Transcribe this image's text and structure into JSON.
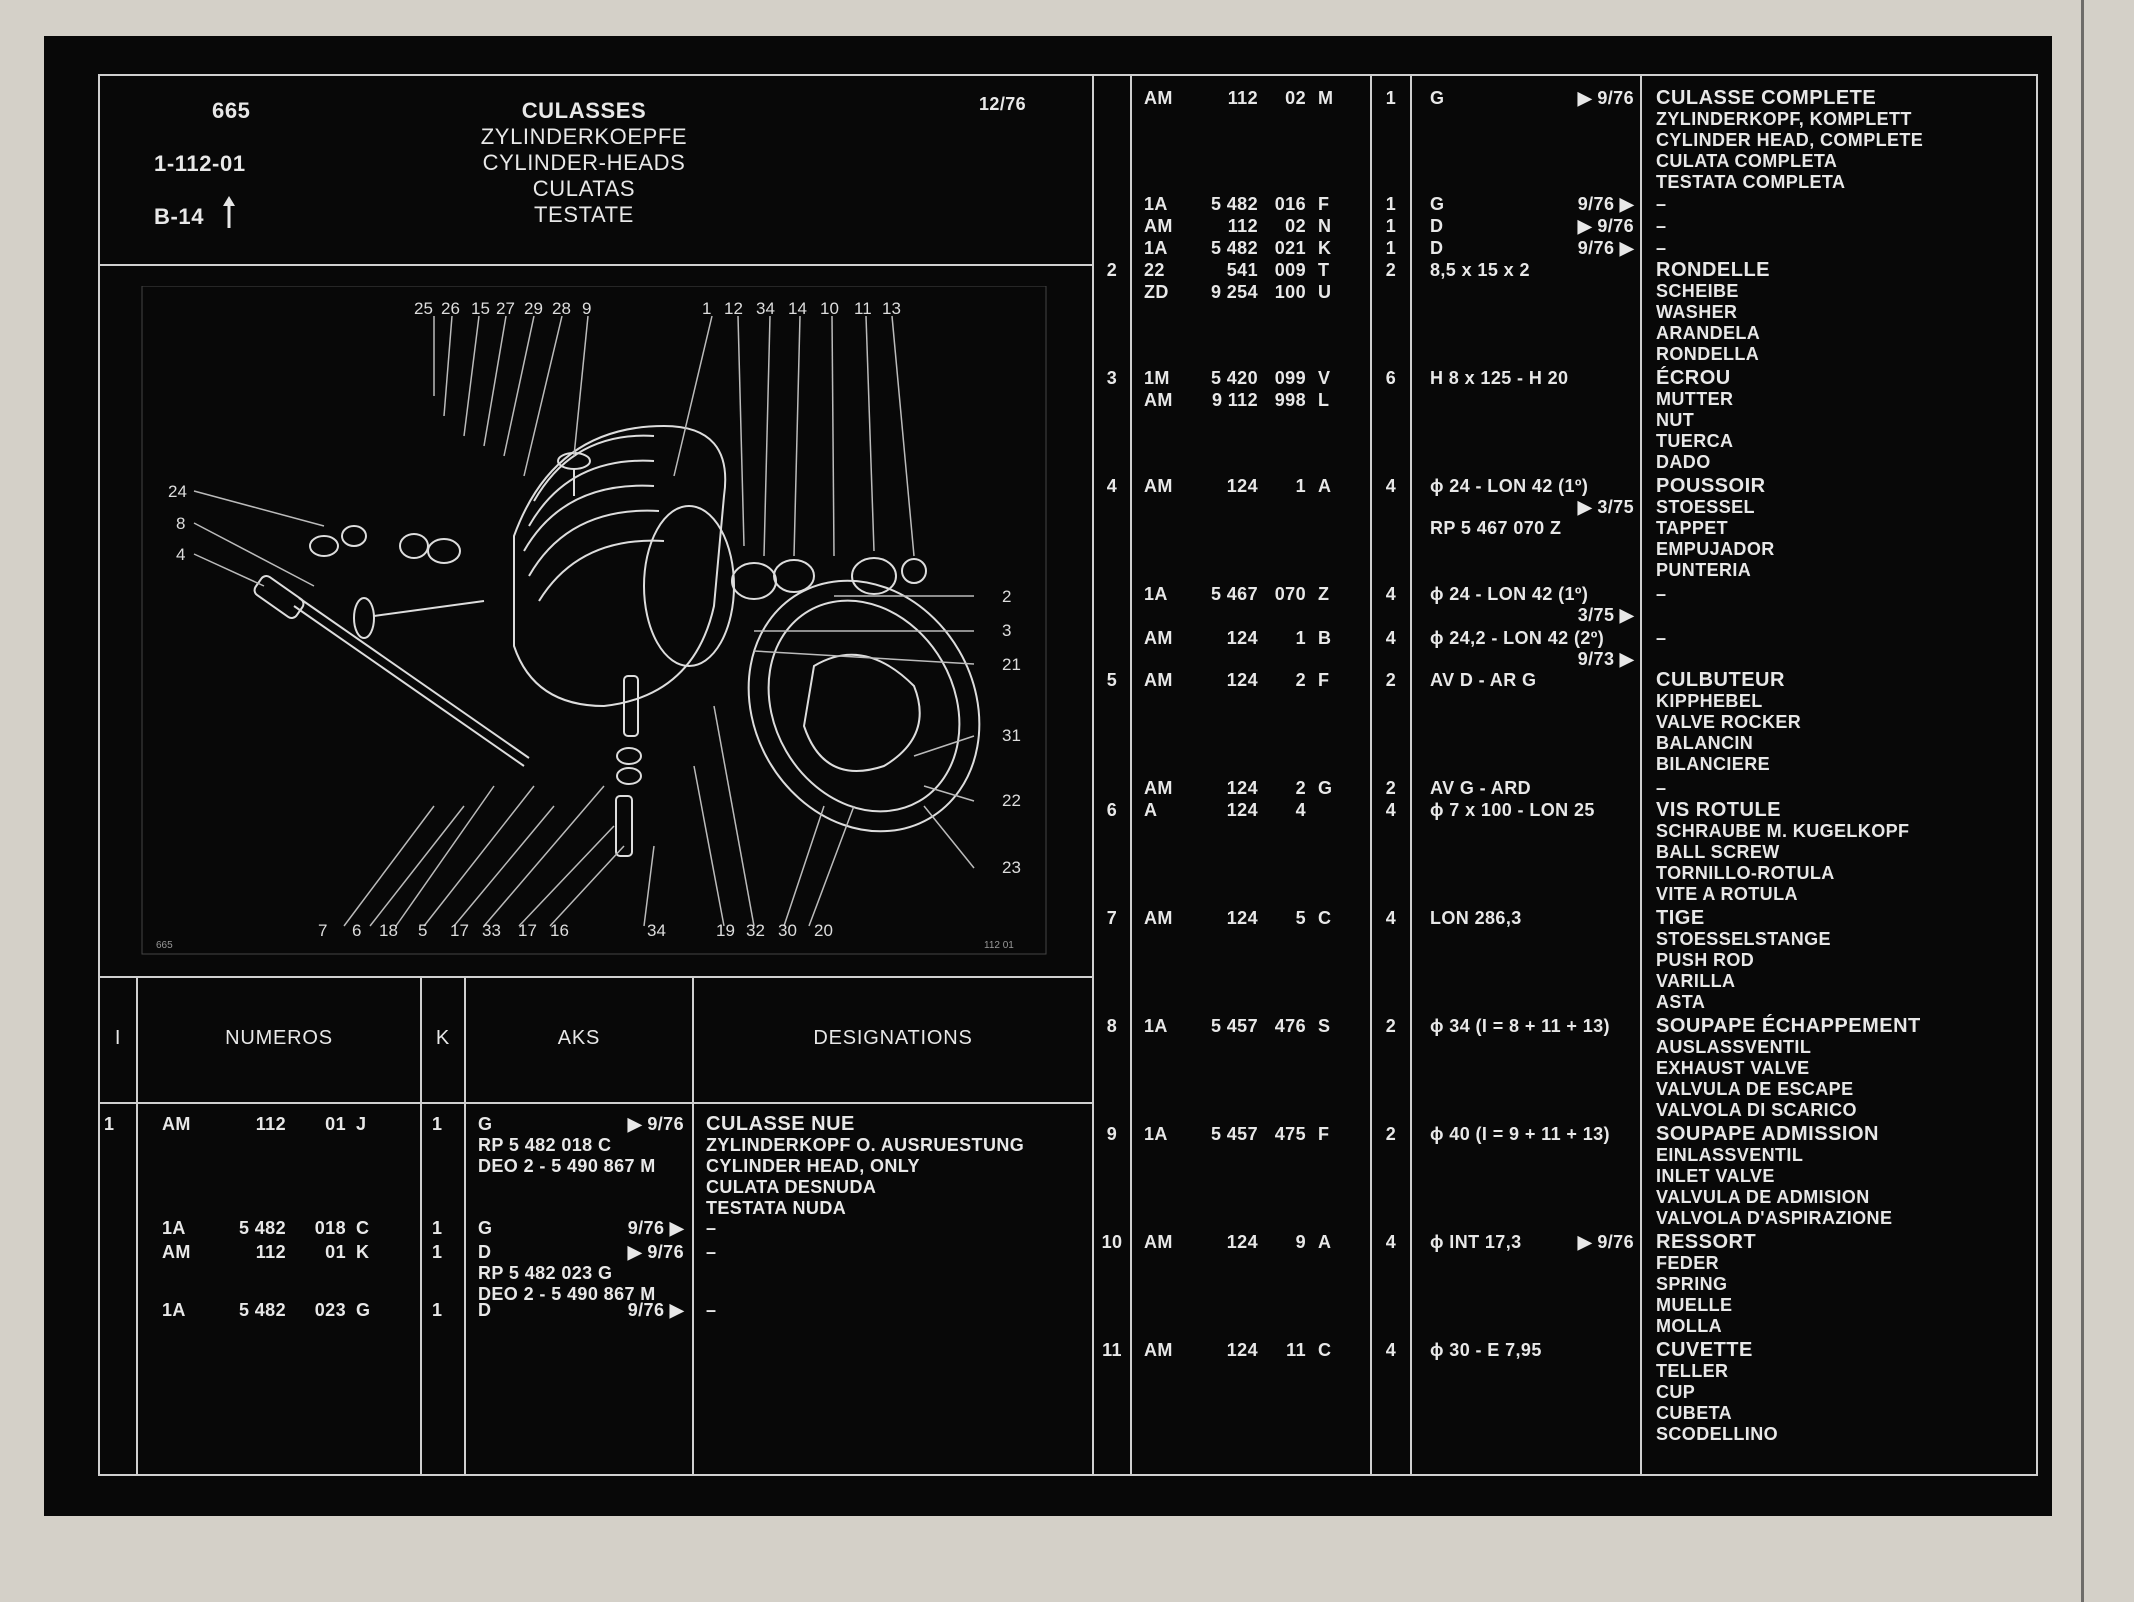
{
  "header": {
    "number": "665",
    "ref": "1-112-01",
    "sheet": "B-14",
    "up_arrow": "up-arrow",
    "date": "12/76",
    "titles": [
      "CULASSES",
      "ZYLINDERKOEPFE",
      "CYLINDER-HEADS",
      "CULATAS",
      "TESTATE"
    ]
  },
  "diagram": {
    "corner_left": "665",
    "corner_right": "112 01",
    "callouts_top": [
      "25",
      "26",
      "15",
      "27",
      "29",
      "28",
      "9",
      "1",
      "12",
      "34",
      "14",
      "10",
      "11",
      "13"
    ],
    "callouts_left": [
      "24",
      "8",
      "4"
    ],
    "callouts_right": [
      "2",
      "3",
      "21",
      "31",
      "22",
      "23"
    ],
    "callouts_bottom": [
      "7",
      "6",
      "18",
      "5",
      "17",
      "33",
      "17",
      "16",
      "34",
      "19",
      "32",
      "30",
      "20"
    ]
  },
  "table_headers": {
    "i": "I",
    "numeros": "NUMEROS",
    "k": "K",
    "aks": "AKS",
    "designations": "DESIGNATIONS"
  },
  "left_rows": [
    {
      "i": "1",
      "pre": "AM",
      "num": "112",
      "suf": "01",
      "let": "J",
      "k": "1",
      "aks": "G",
      "aks_date": "▶ 9/76",
      "aks2": "RP 5 482 018 C",
      "aks3": "DEO 2 - 5 490 867 M",
      "desc": [
        "CULASSE NUE",
        "ZYLINDERKOPF O. AUSRUESTUNG",
        "CYLINDER HEAD, ONLY",
        "CULATA DESNUDA",
        "TESTATA NUDA"
      ]
    },
    {
      "i": "",
      "pre": "1A",
      "num": "5 482",
      "suf": "018",
      "let": "C",
      "k": "1",
      "aks": "G",
      "aks_date": "9/76 ▶",
      "aks2": "",
      "aks3": "",
      "desc": [
        "–"
      ]
    },
    {
      "i": "",
      "pre": "AM",
      "num": "112",
      "suf": "01",
      "let": "K",
      "k": "1",
      "aks": "D",
      "aks_date": "▶ 9/76",
      "aks2": "RP 5 482 023 G",
      "aks3": "DEO 2 - 5 490 867 M",
      "desc": [
        "–"
      ]
    },
    {
      "i": "",
      "pre": "1A",
      "num": "5 482",
      "suf": "023",
      "let": "G",
      "k": "1",
      "aks": "D",
      "aks_date": "9/76 ▶",
      "aks2": "",
      "aks3": "",
      "desc": [
        "–"
      ]
    }
  ],
  "right_rows": [
    {
      "i": "",
      "pre": "AM",
      "num": "112",
      "suf": "02",
      "let": "M",
      "k": "1",
      "aks": "G",
      "aks_date": "▶ 9/76",
      "desc": [
        "CULASSE COMPLETE",
        "ZYLINDERKOPF, KOMPLETT",
        "CYLINDER HEAD, COMPLETE",
        "CULATA COMPLETA",
        "TESTATA COMPLETA"
      ]
    },
    {
      "i": "",
      "pre": "1A",
      "num": "5 482",
      "suf": "016",
      "let": "F",
      "k": "1",
      "aks": "G",
      "aks_date": "9/76 ▶",
      "desc": [
        "–"
      ]
    },
    {
      "i": "",
      "pre": "AM",
      "num": "112",
      "suf": "02",
      "let": "N",
      "k": "1",
      "aks": "D",
      "aks_date": "▶ 9/76",
      "desc": [
        "–"
      ]
    },
    {
      "i": "",
      "pre": "1A",
      "num": "5 482",
      "suf": "021",
      "let": "K",
      "k": "1",
      "aks": "D",
      "aks_date": "9/76 ▶",
      "desc": [
        "–"
      ]
    },
    {
      "i": "2",
      "pre": "22",
      "num": "541",
      "suf": "009",
      "let": "T",
      "k": "2",
      "aks": "8,5 x 15 x 2",
      "aks_date": "",
      "desc": [
        "RONDELLE",
        "SCHEIBE",
        "WASHER",
        "ARANDELA",
        "RONDELLA"
      ]
    },
    {
      "i": "",
      "pre": "ZD",
      "num": "9 254",
      "suf": "100",
      "let": "U",
      "k": "",
      "aks": "",
      "aks_date": "",
      "desc": []
    },
    {
      "i": "3",
      "pre": "1M",
      "num": "5 420",
      "suf": "099",
      "let": "V",
      "k": "6",
      "aks": "H 8 x 125 - H 20",
      "aks_date": "",
      "desc": [
        "ÉCROU",
        "MUTTER",
        "NUT",
        "TUERCA",
        "DADO"
      ]
    },
    {
      "i": "",
      "pre": "AM",
      "num": "9 112",
      "suf": "998",
      "let": "L",
      "k": "",
      "aks": "",
      "aks_date": "",
      "desc": []
    },
    {
      "i": "4",
      "pre": "AM",
      "num": "124",
      "suf": "1",
      "let": "A",
      "k": "4",
      "aks": "ϕ 24 - LON 42 (1º)",
      "aks_date": "▶ 3/75",
      "aks2": "RP 5 467 070 Z",
      "desc": [
        "POUSSOIR",
        "STOESSEL",
        "TAPPET",
        "EMPUJADOR",
        "PUNTERIA"
      ]
    },
    {
      "i": "",
      "pre": "1A",
      "num": "5 467",
      "suf": "070",
      "let": "Z",
      "k": "4",
      "aks": "ϕ 24 - LON 42 (1º)",
      "aks_date": "3/75 ▶",
      "desc": [
        "–"
      ]
    },
    {
      "i": "",
      "pre": "AM",
      "num": "124",
      "suf": "1",
      "let": "B",
      "k": "4",
      "aks": "ϕ 24,2 - LON 42 (2º)",
      "aks_date": "9/73 ▶",
      "desc": [
        "–"
      ]
    },
    {
      "i": "5",
      "pre": "AM",
      "num": "124",
      "suf": "2",
      "let": "F",
      "k": "2",
      "aks": "AV D - AR G",
      "aks_date": "",
      "desc": [
        "CULBUTEUR",
        "KIPPHEBEL",
        "VALVE ROCKER",
        "BALANCIN",
        "BILANCIERE"
      ]
    },
    {
      "i": "",
      "pre": "AM",
      "num": "124",
      "suf": "2",
      "let": "G",
      "k": "2",
      "aks": "AV G - ARD",
      "aks_date": "",
      "desc": [
        "–"
      ]
    },
    {
      "i": "6",
      "pre": "A",
      "num": "124",
      "suf": "4",
      "let": "",
      "k": "4",
      "aks": "ϕ 7 x 100 - LON 25",
      "aks_date": "",
      "desc": [
        "VIS ROTULE",
        "SCHRAUBE M. KUGELKOPF",
        "BALL SCREW",
        "TORNILLO-ROTULA",
        "VITE A ROTULA"
      ]
    },
    {
      "i": "7",
      "pre": "AM",
      "num": "124",
      "suf": "5",
      "let": "C",
      "k": "4",
      "aks": "LON 286,3",
      "aks_date": "",
      "desc": [
        "TIGE",
        "STOESSELSTANGE",
        "PUSH ROD",
        "VARILLA",
        "ASTA"
      ]
    },
    {
      "i": "8",
      "pre": "1A",
      "num": "5 457",
      "suf": "476",
      "let": "S",
      "k": "2",
      "aks": "ϕ 34 (I = 8 + 11 + 13)",
      "aks_date": "",
      "desc": [
        "SOUPAPE ÉCHAPPEMENT",
        "AUSLASSVENTIL",
        "EXHAUST VALVE",
        "VALVULA DE ESCAPE",
        "VALVOLA DI SCARICO"
      ]
    },
    {
      "i": "9",
      "pre": "1A",
      "num": "5 457",
      "suf": "475",
      "let": "F",
      "k": "2",
      "aks": "ϕ 40 (I = 9 + 11 + 13)",
      "aks_date": "",
      "desc": [
        "SOUPAPE ADMISSION",
        "EINLASSVENTIL",
        "INLET VALVE",
        "VALVULA DE ADMISION",
        "VALVOLA D'ASPIRAZIONE"
      ]
    },
    {
      "i": "10",
      "pre": "AM",
      "num": "124",
      "suf": "9",
      "let": "A",
      "k": "4",
      "aks": "ϕ INT 17,3",
      "aks_date": "▶ 9/76",
      "desc": [
        "RESSORT",
        "FEDER",
        "SPRING",
        "MUELLE",
        "MOLLA"
      ]
    },
    {
      "i": "11",
      "pre": "AM",
      "num": "124",
      "suf": "11",
      "let": "C",
      "k": "4",
      "aks": "ϕ 30 - E 7,95",
      "aks_date": "",
      "desc": [
        "CUVETTE",
        "TELLER",
        "CUP",
        "CUBETA",
        "SCODELLINO"
      ]
    }
  ],
  "colors": {
    "sheet": "#080808",
    "ink": "#e6e6e6",
    "paper": "#d4d0c8"
  }
}
